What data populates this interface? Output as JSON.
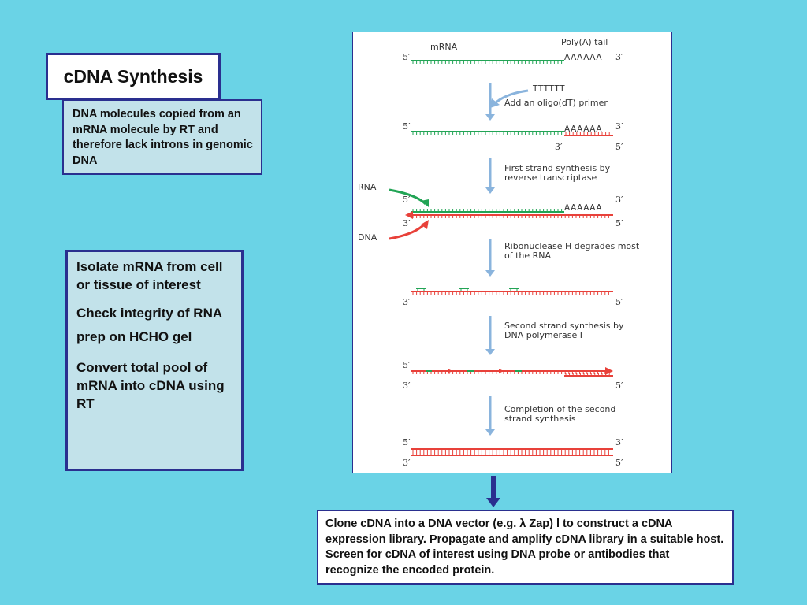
{
  "title": "cDNA Synthesis",
  "definition": "DNA molecules copied from an mRNA molecule by RT and therefore lack introns in genomic DNA",
  "steps": [
    "Isolate mRNA from cell or tissue of interest",
    "Check integrity of RNA prep on HCHO gel",
    "Convert total pool of mRNA into cDNA using RT"
  ],
  "diagram": {
    "mrna_label": "mRNA",
    "polya_label": "Poly(A) tail",
    "polya_seq": "AAAAAA",
    "primer_seq": "TTTTTT",
    "rna_label": "RNA",
    "dna_label": "DNA",
    "five_prime": "5′",
    "three_prime": "3′",
    "step_texts": [
      [
        "Add an oligo(dT) primer"
      ],
      [
        "First strand synthesis by",
        "reverse transcriptase"
      ],
      [
        "Ribonuclease H degrades most",
        "of the RNA"
      ],
      [
        "Second strand synthesis by",
        "DNA polymerase I"
      ],
      [
        "Completion of the second",
        "strand synthesis"
      ]
    ],
    "colors": {
      "rna": "#22a455",
      "dna": "#e8413a",
      "arrow": "#8ab4dd"
    }
  },
  "clone_text": "Clone cDNA into a DNA vector (e.g. λ Zap) l to construct a cDNA expression  library.   Propagate and amplify cDNA library in a suitable host.   Screen for cDNA of interest using DNA probe or antibodies that recognize the encoded protein."
}
